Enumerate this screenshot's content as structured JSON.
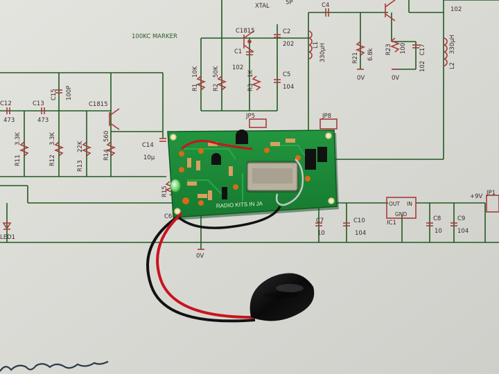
{
  "photo": {
    "subject": "photo of assembled kit board on schematic printout",
    "colors": {
      "paper": "#d9d9d4",
      "trace": "#1f5a1f",
      "pcb": "#1e8a3a",
      "pcb_dark": "#0f5a22",
      "wire_red": "#c8141e",
      "wire_black": "#111111",
      "crystal": "#b9b1a0",
      "led": "#7cf07c"
    }
  },
  "schematic": {
    "title": "100KC MARKER",
    "labels": {
      "xtal": "XTAL",
      "5p": "5P",
      "c4": "C4",
      "c1815_top": "C1815",
      "c2": "C2",
      "v202": "202",
      "c1": "C1",
      "v102": "102",
      "r3": "R3",
      "v1k": "1K",
      "c5": "C5",
      "v104": "104",
      "l1": "L1",
      "v330uh": "330μH",
      "r1": "R1",
      "v10k": "10K",
      "r2": "R2",
      "v50k": "50K",
      "r21": "R21",
      "v68k": "6.8k",
      "r23": "R23",
      "v100": "100",
      "c17": "C17",
      "v102b": "102",
      "l2": "L2",
      "v330uh2": "330μH",
      "top_102": "102",
      "zero_v_1": "0V",
      "zero_v_2": "0V",
      "zero_v_3": "0V",
      "c12": "C12",
      "v473a": "473",
      "c13": "C13",
      "v473b": "473",
      "c15": "C15",
      "v100p": "100P",
      "c1815_left": "C1815",
      "r11": "R11",
      "v33ka": "3.3K",
      "r12": "R12",
      "v33kb": "3.3K",
      "r13": "R13",
      "v22k": "22K",
      "r14": "R14",
      "v560": "560",
      "c14": "C14",
      "v10u": "10μ",
      "r15": "R15",
      "c6": "C6",
      "led1": "LED1",
      "jp5": "JP5",
      "jp8": "JP8",
      "c7": "C7",
      "v10a": "10",
      "c10": "C10",
      "v104b": "104",
      "ic1": "IC1",
      "out": "OUT",
      "in": "IN",
      "gnd": "GND",
      "c8": "C8",
      "v10b": "10",
      "c9": "C9",
      "v104c": "104",
      "plus9v": "+9V",
      "jp1": "JP1"
    }
  },
  "pcb": {
    "silkscreen": "RADIO KITS IN JA"
  }
}
